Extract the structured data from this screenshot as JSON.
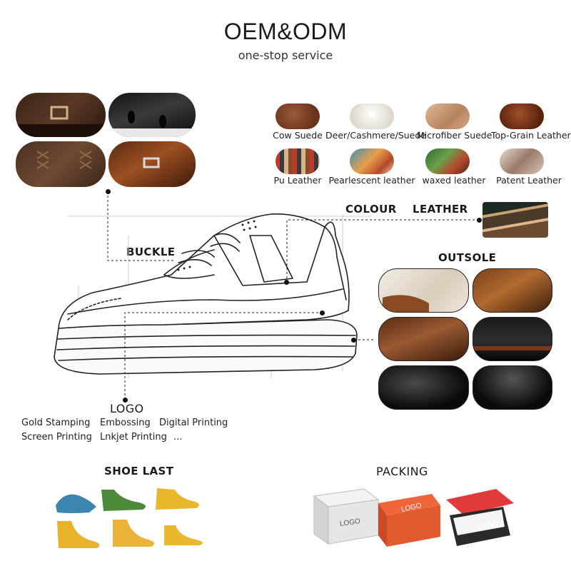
{
  "header": {
    "title": "OEM&ODM",
    "subtitle": "one-stop service"
  },
  "buckle": {
    "label": "BUCKLE"
  },
  "colour_leather": {
    "label_colour": "COLOUR",
    "label_leather": "LEATHER",
    "swatches": [
      {
        "label": "Cow Suede",
        "color": "#7a4228"
      },
      {
        "label": "Deer/Cashmere/Suede",
        "color": "#ece6da"
      },
      {
        "label": "Microfiber Suede",
        "color": "#c99a7a"
      },
      {
        "label": "Top-Grain Leather",
        "color": "#6b2c14"
      },
      {
        "label": "Pu Leather",
        "color": "#b9372f"
      },
      {
        "label": "Pearlescent leather",
        "color": "#d28a3c"
      },
      {
        "label": "waxed leather",
        "color": "#4f7a3e"
      },
      {
        "label": "Patent Leather",
        "color": "#c8b4a4"
      }
    ]
  },
  "outsole": {
    "label": "OUTSOLE"
  },
  "logo": {
    "label": "LOGO",
    "options": [
      "Gold Stamping",
      "Embossing",
      "Digital Printing",
      "Screen Printing",
      "Lnkjet Printing",
      "..."
    ]
  },
  "shoe_last": {
    "label": "SHOE LAST"
  },
  "packing": {
    "label": "PACKING",
    "box_logo": "LOGO"
  }
}
